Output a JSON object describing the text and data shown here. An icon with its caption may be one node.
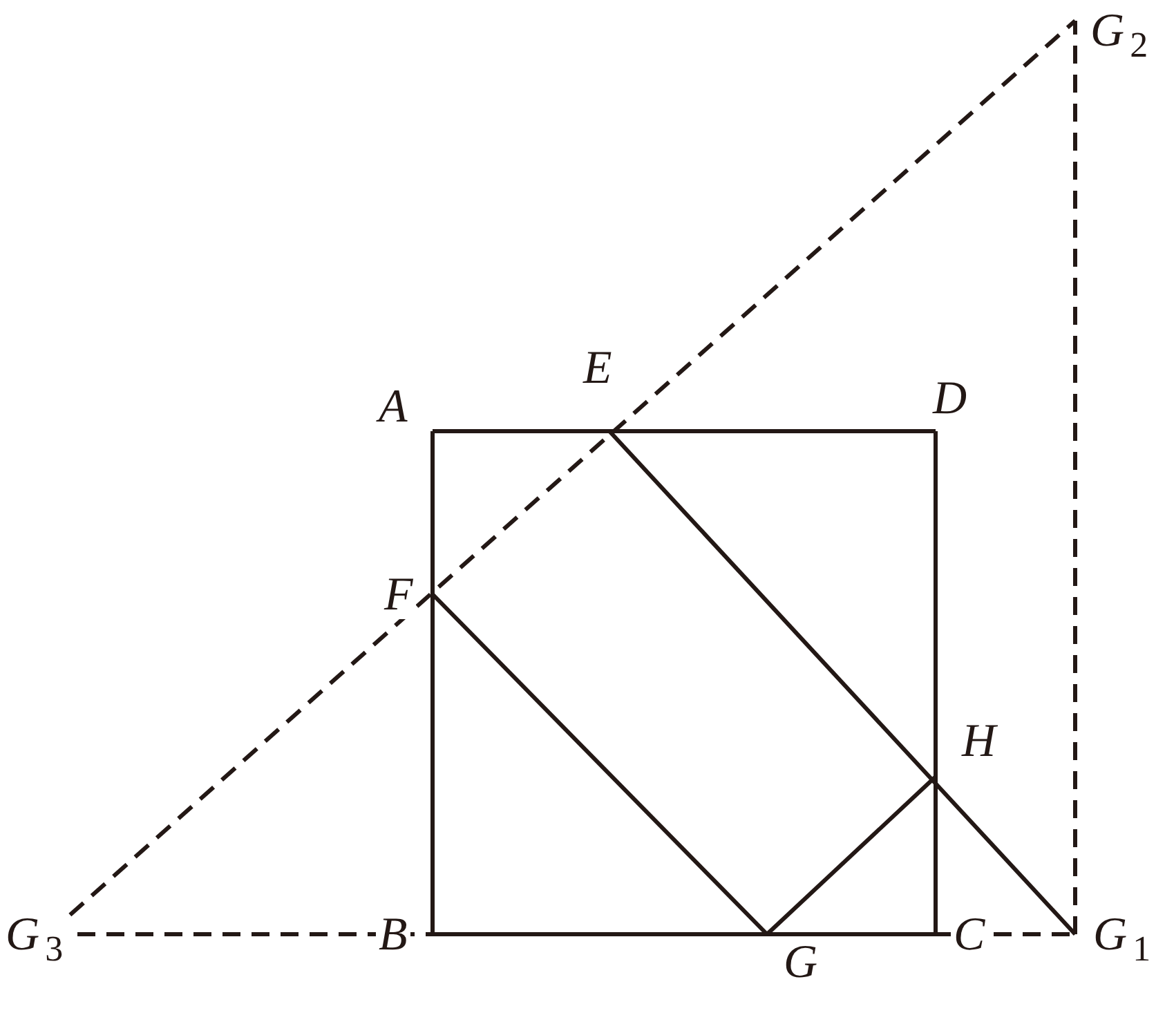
{
  "diagram": {
    "nodes": [
      {
        "text": [
          "A"
        ]
      },
      {
        "text": [
          "D"
        ]
      },
      {
        "text": [
          "B"
        ]
      },
      {
        "text": [
          "C"
        ]
      },
      {
        "text": [
          "E"
        ]
      },
      {
        "text": [
          "F"
        ]
      },
      {
        "text": [
          "G"
        ]
      },
      {
        "text": [
          "H"
        ]
      },
      {
        "text": [
          "G$_{1}$"
        ]
      },
      {
        "text": [
          "G$_{2}$"
        ]
      },
      {
        "text": [
          "G$_{3}$"
        ]
      }
    ],
    "edges": [
      {
        "from": 0,
        "to": 1,
        "arrow": "none"
      },
      {
        "from": 1,
        "to": 3,
        "arrow": "none"
      },
      {
        "from": 3,
        "to": 2,
        "arrow": "none"
      },
      {
        "from": 2,
        "to": 0,
        "arrow": "none"
      },
      {
        "from": 4,
        "to": 8,
        "arrow": "none"
      },
      {
        "from": 5,
        "to": 6,
        "arrow": "none"
      },
      {
        "from": 6,
        "to": 7,
        "arrow": "none"
      },
      {
        "from": 10,
        "to": 9,
        "arrow": "none",
        "style": "dashed"
      },
      {
        "from": 10,
        "to": 2,
        "arrow": "none",
        "style": "dashed"
      },
      {
        "from": 3,
        "to": 8,
        "arrow": "none",
        "style": "dashed"
      },
      {
        "from": 8,
        "to": 9,
        "arrow": "none",
        "style": "dashed"
      }
    ]
  }
}
